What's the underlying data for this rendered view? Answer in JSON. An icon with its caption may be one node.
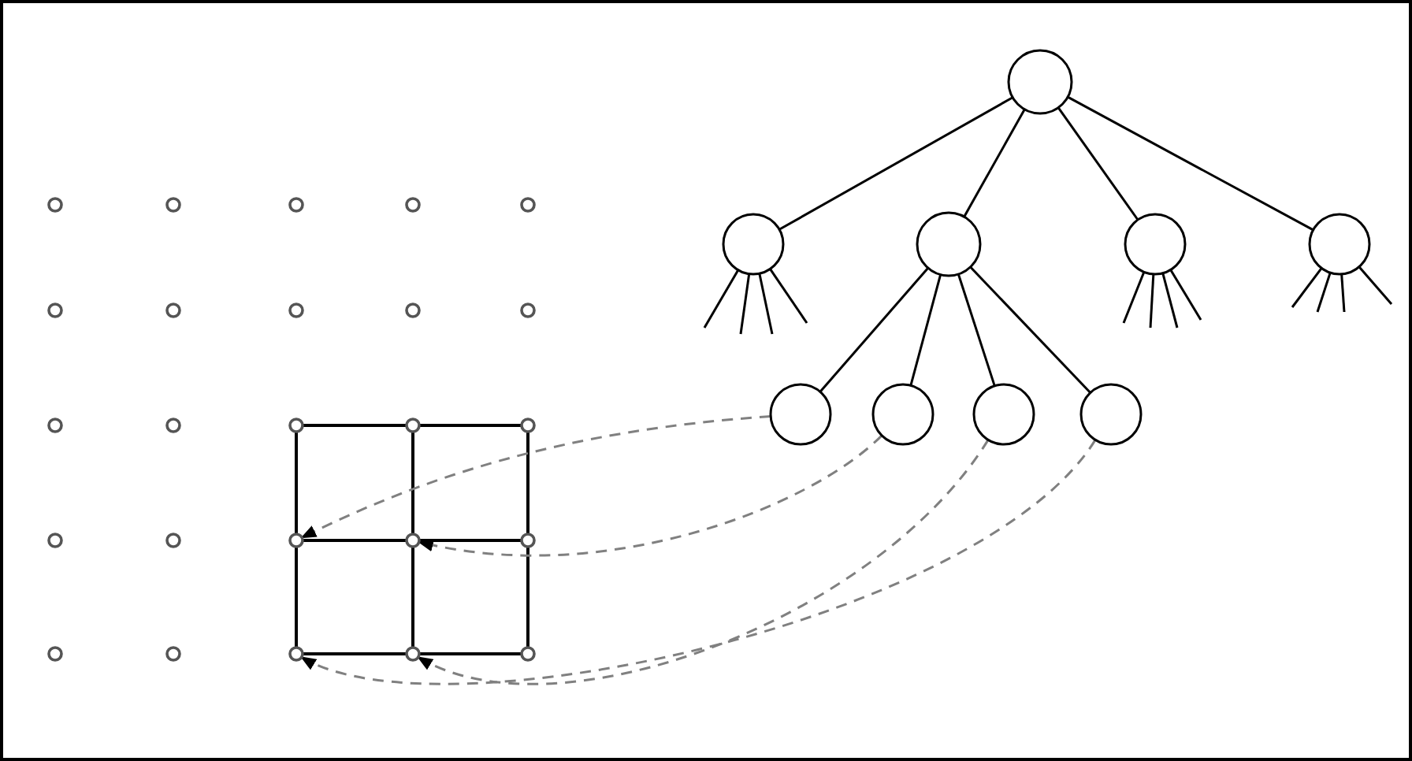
{
  "diagram": {
    "nodes": [
      {
        "text": [],
        "shape": "circle"
      },
      {
        "text": [],
        "shape": "circle"
      },
      {
        "text": [],
        "shape": "circle"
      },
      {
        "text": [],
        "shape": "circle"
      },
      {
        "text": [],
        "shape": "circle"
      },
      {
        "text": [],
        "shape": "circle"
      },
      {
        "text": [],
        "shape": "circle"
      },
      {
        "text": [],
        "shape": "circle"
      },
      {
        "text": [],
        "shape": "circle"
      },
      {
        "text": [],
        "shape": "circle"
      },
      {
        "text": [],
        "shape": "circle"
      },
      {
        "text": [],
        "shape": "circle"
      },
      {
        "text": [],
        "shape": "circle"
      },
      {
        "text": [],
        "shape": "circle"
      },
      {
        "text": [],
        "shape": "circle"
      },
      {
        "text": [],
        "shape": "circle"
      },
      {
        "text": [],
        "shape": "circle"
      },
      {
        "text": [],
        "shape": "circle"
      },
      {
        "text": [],
        "shape": "circle"
      },
      {
        "text": [],
        "shape": "circle"
      },
      {
        "text": [],
        "shape": "circle"
      },
      {
        "text": [],
        "shape": "circle"
      },
      {
        "text": [],
        "shape": "circle"
      },
      {
        "text": [],
        "shape": "circle"
      },
      {
        "text": [],
        "shape": "circle"
      },
      {
        "text": [],
        "shape": "circle"
      },
      {
        "text": [],
        "shape": "circle"
      },
      {
        "text": [],
        "shape": "circle"
      },
      {
        "text": [],
        "shape": "circle"
      },
      {
        "text": [],
        "shape": "circle"
      },
      {
        "text": [],
        "shape": "circle"
      },
      {
        "text": [],
        "shape": "circle"
      },
      {
        "text": [],
        "shape": "circle"
      },
      {
        "text": [],
        "shape": "circle"
      }
    ],
    "edges": [
      {
        "from": 0,
        "to": 1,
        "arrow": "none"
      },
      {
        "from": 0,
        "to": 2,
        "arrow": "none"
      },
      {
        "from": 0,
        "to": 3,
        "arrow": "none"
      },
      {
        "from": 0,
        "to": 4,
        "arrow": "none"
      },
      {
        "from": 1,
        "to": null,
        "arrow": "none"
      },
      {
        "from": 1,
        "to": null,
        "arrow": "none"
      },
      {
        "from": 1,
        "to": null,
        "arrow": "none"
      },
      {
        "from": 1,
        "to": null,
        "arrow": "none"
      },
      {
        "from": 2,
        "to": 5,
        "arrow": "none"
      },
      {
        "from": 2,
        "to": 6,
        "arrow": "none"
      },
      {
        "from": 2,
        "to": 7,
        "arrow": "none"
      },
      {
        "from": 2,
        "to": 8,
        "arrow": "none"
      },
      {
        "from": 3,
        "to": null,
        "arrow": "none"
      },
      {
        "from": 3,
        "to": null,
        "arrow": "none"
      },
      {
        "from": 3,
        "to": null,
        "arrow": "none"
      },
      {
        "from": 3,
        "to": null,
        "arrow": "none"
      },
      {
        "from": 4,
        "to": null,
        "arrow": "none"
      },
      {
        "from": 4,
        "to": null,
        "arrow": "none"
      },
      {
        "from": 4,
        "to": null,
        "arrow": "none"
      },
      {
        "from": 4,
        "to": null,
        "arrow": "none"
      },
      {
        "from": 21,
        "to": 22,
        "arrow": "none"
      },
      {
        "from": 22,
        "to": 23,
        "arrow": "none"
      },
      {
        "from": 26,
        "to": 27,
        "arrow": "none"
      },
      {
        "from": 27,
        "to": 28,
        "arrow": "none"
      },
      {
        "from": 31,
        "to": 32,
        "arrow": "none"
      },
      {
        "from": 32,
        "to": 33,
        "arrow": "none"
      },
      {
        "from": 21,
        "to": 26,
        "arrow": "none"
      },
      {
        "from": 26,
        "to": 31,
        "arrow": "none"
      },
      {
        "from": 22,
        "to": 27,
        "arrow": "none"
      },
      {
        "from": 27,
        "to": 32,
        "arrow": "none"
      },
      {
        "from": 23,
        "to": 28,
        "arrow": "none"
      },
      {
        "from": 28,
        "to": 33,
        "arrow": "none"
      },
      {
        "from": 5,
        "to": 26,
        "arrow": "to",
        "style": "dashed",
        "color": "#808080"
      },
      {
        "from": 6,
        "to": 27,
        "arrow": "to",
        "style": "dashed",
        "color": "#808080"
      },
      {
        "from": 7,
        "to": 32,
        "arrow": "to",
        "style": "dashed",
        "color": "#808080"
      },
      {
        "from": 8,
        "to": 31,
        "arrow": "to",
        "style": "dashed",
        "color": "#808080"
      }
    ]
  }
}
